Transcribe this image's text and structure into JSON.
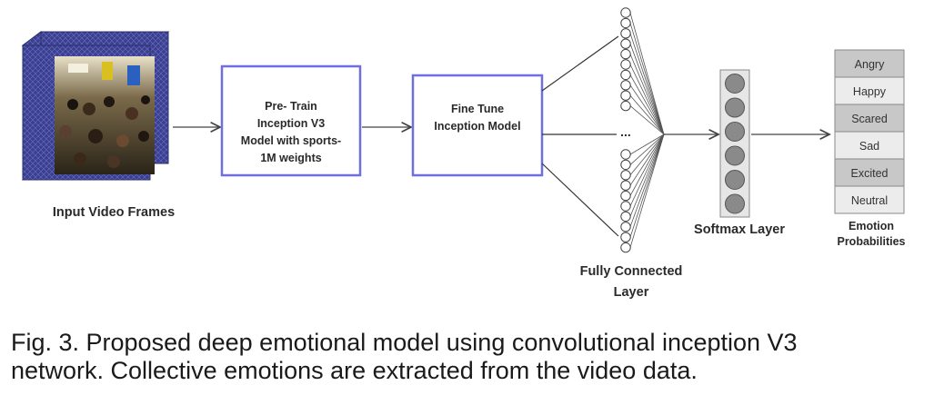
{
  "input": {
    "label": "Input Video Frames"
  },
  "pretrain_box": {
    "lines": [
      "Pre- Train",
      "Inception V3",
      "Model with sports-",
      "1M weights"
    ]
  },
  "finetune_box": {
    "lines": [
      "Fine Tune",
      "Inception Model"
    ]
  },
  "fc_layer": {
    "lines": [
      "Fully Connected",
      "Layer"
    ],
    "ellipsis": "..."
  },
  "softmax": {
    "label": "Softmax Layer"
  },
  "emotions": {
    "items": [
      {
        "label": "Angry",
        "shade": "#c8c8c8"
      },
      {
        "label": "Happy",
        "shade": "#ececec"
      },
      {
        "label": "Scared",
        "shade": "#c8c8c8"
      },
      {
        "label": "Sad",
        "shade": "#ececec"
      },
      {
        "label": "Excited",
        "shade": "#c8c8c8"
      },
      {
        "label": "Neutral",
        "shade": "#ececec"
      }
    ],
    "caption_lines": [
      "Emotion",
      "Probabilities"
    ]
  },
  "colors": {
    "box_border": "#6f6fe0",
    "cube": "#3b3f8f",
    "neuron_fill": "#8a8a8a"
  },
  "caption": {
    "line1": "Fig. 3. Proposed deep emotional model using convolutional inception V3",
    "line2": "network. Collective emotions are extracted from the video data."
  }
}
